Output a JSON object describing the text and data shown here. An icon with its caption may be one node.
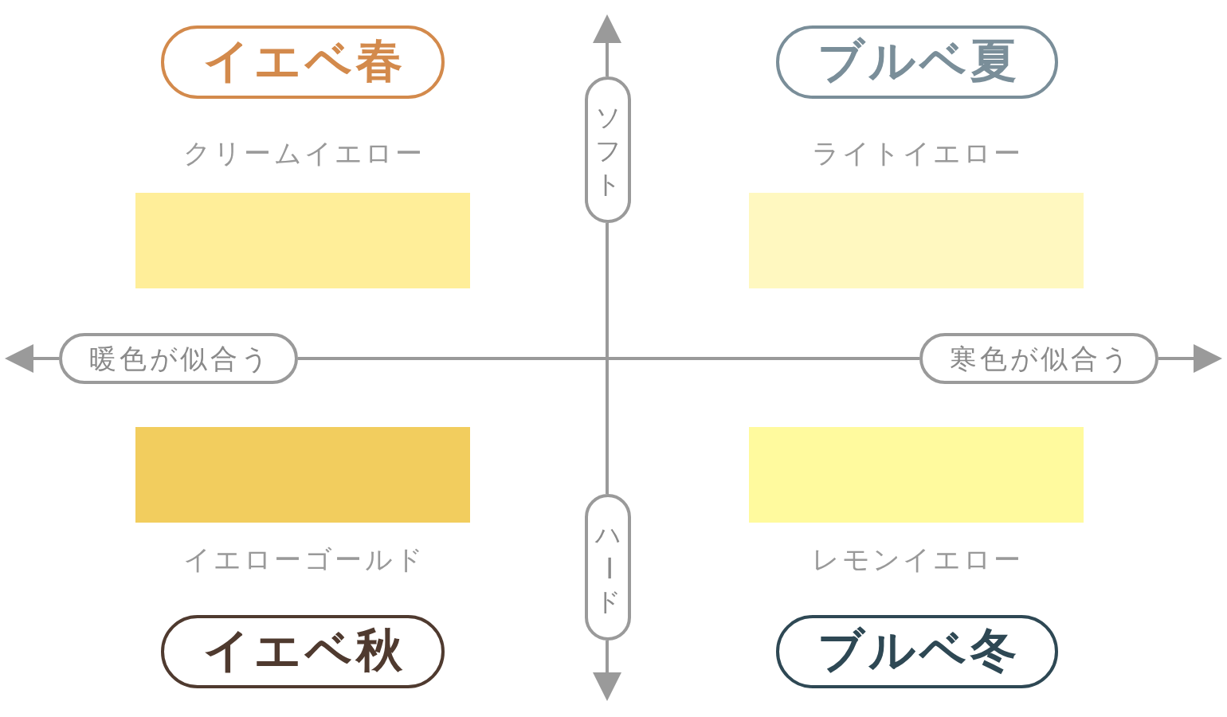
{
  "diagram": {
    "nodes": [
      {
        "text": [
          "イエベ春"
        ]
      },
      {
        "text": [
          "ブルベ夏"
        ]
      },
      {
        "text": [
          "ソフト"
        ]
      },
      {
        "text": [
          "暖色が似合う"
        ]
      },
      {
        "text": [
          "寒色が似合う"
        ]
      },
      {
        "text": [
          "ハード"
        ]
      },
      {
        "text": [
          "イエベ秋"
        ]
      },
      {
        "text": [
          "ブルベ冬"
        ]
      }
    ],
    "legend": [
      {
        "text": "クリームイエロー",
        "color": "#ffee99"
      },
      {
        "text": "ライトイエロー",
        "color": "#fff8c0"
      },
      {
        "text": "イエローゴールド",
        "color": "#f2cd5e"
      },
      {
        "text": "レモンイエロー",
        "color": "#fffa9e"
      }
    ]
  }
}
